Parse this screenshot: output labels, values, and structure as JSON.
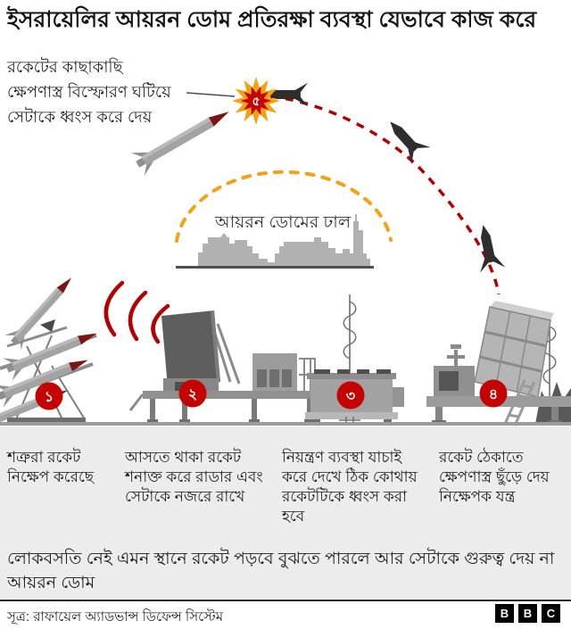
{
  "title": "ইসরায়েলির আয়রন ডোম প্রতিরক্ষা ব্যবস্থা যেভাবে কাজ করে",
  "annotation": {
    "line1": "রকেটের কাছাকাছি",
    "line2": "ক্ষেপণাস্ত্র বিস্ফোরণ ঘটিয়ে",
    "line3": "সেটাকে ধ্বংস করে দেয়"
  },
  "dome": {
    "label": "আয়রন ডোমের ঢাল"
  },
  "explosion": {
    "num": "৫"
  },
  "steps": [
    {
      "num": "১",
      "text": "শত্রুরা রকেট নিক্ষেপ করেছে"
    },
    {
      "num": "২",
      "text": "আসতে থাকা রকেট শনাক্ত করে রাডার এবং সেটাকে নজরে রাখে"
    },
    {
      "num": "৩",
      "text": "নিয়ন্ত্রণ ব্যবস্থা যাচাই করে দেখে ঠিক কোথায় রকেটটিকে ধ্বংস করা হবে"
    },
    {
      "num": "৪",
      "text": "রকেট ঠেকাতে ক্ষেপণাস্ত্র ছুঁড়ে দেয় নিক্ষেপক যন্ত্র"
    }
  ],
  "note": "লোকবসতি নেই এমন স্থানে রকেট পড়বে বুঝতে পারলে আর সেটাকে গুরুত্ব দেয় না আয়রন ডোম",
  "footer": {
    "source": "সূত্র: রাফায়েল অ্যাডভান্স ডিফেন্স সিস্টেম",
    "logo": {
      "letters": [
        "B",
        "B",
        "C"
      ]
    }
  },
  "icons": {
    "explosion": "explosion-starburst-icon",
    "enemy_rocket": "enemy-rocket-icon",
    "interceptor": "interceptor-missile-icon",
    "radar_waves": "radar-waves-icon",
    "rocket_rack": "rocket-launcher-rack-icon",
    "radar_unit": "radar-unit-icon",
    "control_unit": "control-unit-icon",
    "launcher_unit": "missile-launcher-icon",
    "city": "city-skyline-icon"
  },
  "colors": {
    "red": "#c40303",
    "red_dark": "#b50000",
    "orange": "#f2a213",
    "nose_red": "#7c1416",
    "equipment_gray": "#a3a3a3",
    "dark_gray": "#5e5e5e",
    "city_gray": "#b1b1b1",
    "band_bg": "#ececec",
    "ground_gray": "#9c9c9c",
    "text": "#1a1a1a"
  }
}
